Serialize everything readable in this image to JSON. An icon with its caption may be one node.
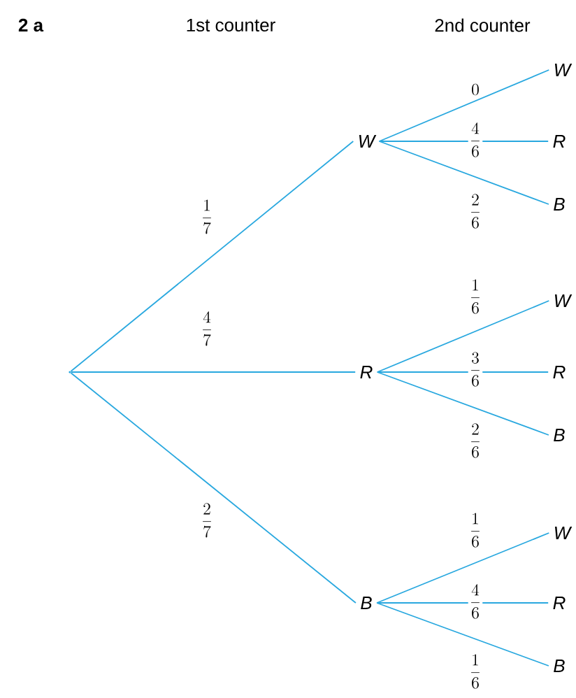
{
  "diagram": {
    "nodes": [
      {
        "text": [],
        "shape": "point"
      },
      {
        "text": [
          "W"
        ]
      },
      {
        "text": [
          "R"
        ]
      },
      {
        "text": [
          "B"
        ]
      },
      {
        "text": [
          "W"
        ]
      },
      {
        "text": [
          "R"
        ]
      },
      {
        "text": [
          "B"
        ]
      },
      {
        "text": [
          "W"
        ]
      },
      {
        "text": [
          "R"
        ]
      },
      {
        "text": [
          "B"
        ]
      },
      {
        "text": [
          "W"
        ]
      },
      {
        "text": [
          "R"
        ]
      },
      {
        "text": [
          "B"
        ]
      }
    ],
    "edges": [
      {
        "from": 0,
        "to": 1,
        "arrow": "none",
        "label": "\\frac{1}{7}"
      },
      {
        "from": 0,
        "to": 2,
        "arrow": "none",
        "label": "\\frac{4}{7}"
      },
      {
        "from": 0,
        "to": 3,
        "arrow": "none",
        "label": "\\frac{2}{7}"
      },
      {
        "from": 1,
        "to": 4,
        "arrow": "none",
        "label": "0"
      },
      {
        "from": 1,
        "to": 5,
        "arrow": "none",
        "label": "\\frac{4}{6}"
      },
      {
        "from": 1,
        "to": 6,
        "arrow": "none",
        "label": "\\frac{2}{6}"
      },
      {
        "from": 2,
        "to": 7,
        "arrow": "none",
        "label": "\\frac{1}{6}"
      },
      {
        "from": 2,
        "to": 8,
        "arrow": "none",
        "label": "\\frac{3}{6}"
      },
      {
        "from": 2,
        "to": 9,
        "arrow": "none",
        "label": "\\frac{2}{6}"
      },
      {
        "from": 3,
        "to": 10,
        "arrow": "none",
        "label": "\\frac{1}{6}"
      },
      {
        "from": 3,
        "to": 11,
        "arrow": "none",
        "label": "\\frac{4}{6}"
      },
      {
        "from": 3,
        "to": 12,
        "arrow": "none",
        "label": "\\frac{1}{6}"
      }
    ],
    "labels": [
      "2 a",
      "1st counter",
      "2nd counter"
    ]
  }
}
